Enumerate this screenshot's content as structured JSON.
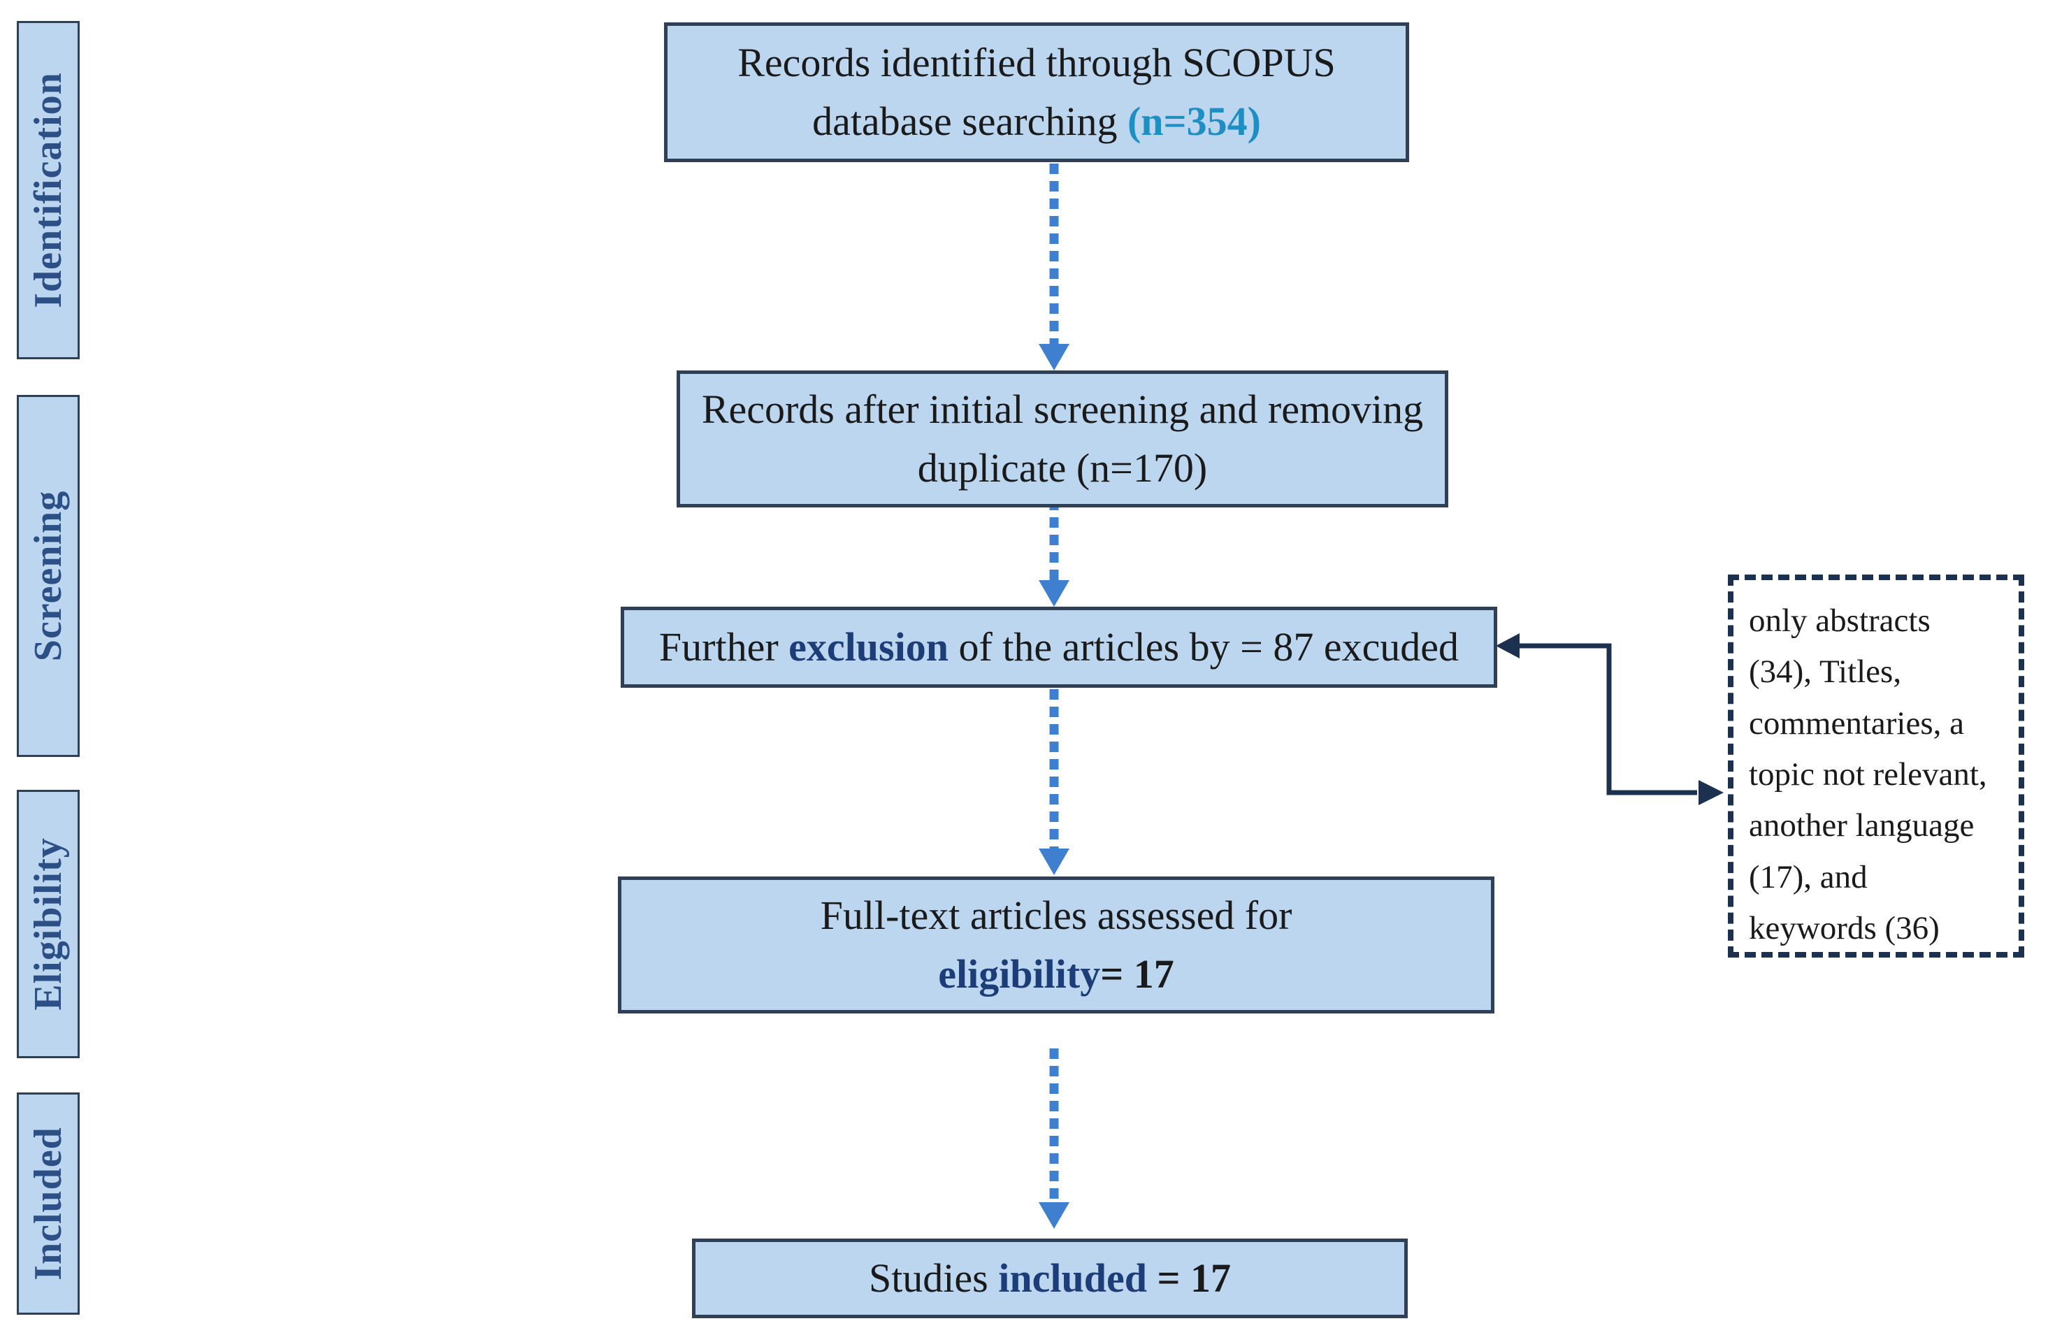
{
  "stages": [
    {
      "label": "Identification"
    },
    {
      "label": "Screening"
    },
    {
      "label": "Eligibility"
    },
    {
      "label": "Included"
    }
  ],
  "boxes": {
    "identification": {
      "line1": "Records identified through SCOPUS",
      "line2_pre": "database searching ",
      "line2_highlight": "(n=354)"
    },
    "screening": {
      "line1": "Records after initial screening and removing",
      "line2": "duplicate (n=170)"
    },
    "exclusion": {
      "pre": "Further ",
      "highlight": "exclusion",
      "post": " of the articles by = 87 excuded"
    },
    "eligibility": {
      "line1": "Full-text articles assessed for",
      "highlight": "eligibility",
      "post": "= 17"
    },
    "included": {
      "pre": "Studies ",
      "highlight": "included",
      "post": " = 17"
    }
  },
  "exclusion_reasons": {
    "lines": [
      "only abstracts",
      "(34), Titles,",
      "commentaries,  a",
      "topic not relevant,",
      "another language",
      "(17), and",
      "keywords  (36)"
    ]
  },
  "colors": {
    "box_fill": "#bcd6ef",
    "box_border": "#2f3f55",
    "arrow_dotted": "#3f7fcf",
    "arrow_solid": "#1c3050",
    "highlight_cyan": "#1f8fc3",
    "highlight_navy": "#1c3d78",
    "stage_text": "#2c4f86"
  }
}
